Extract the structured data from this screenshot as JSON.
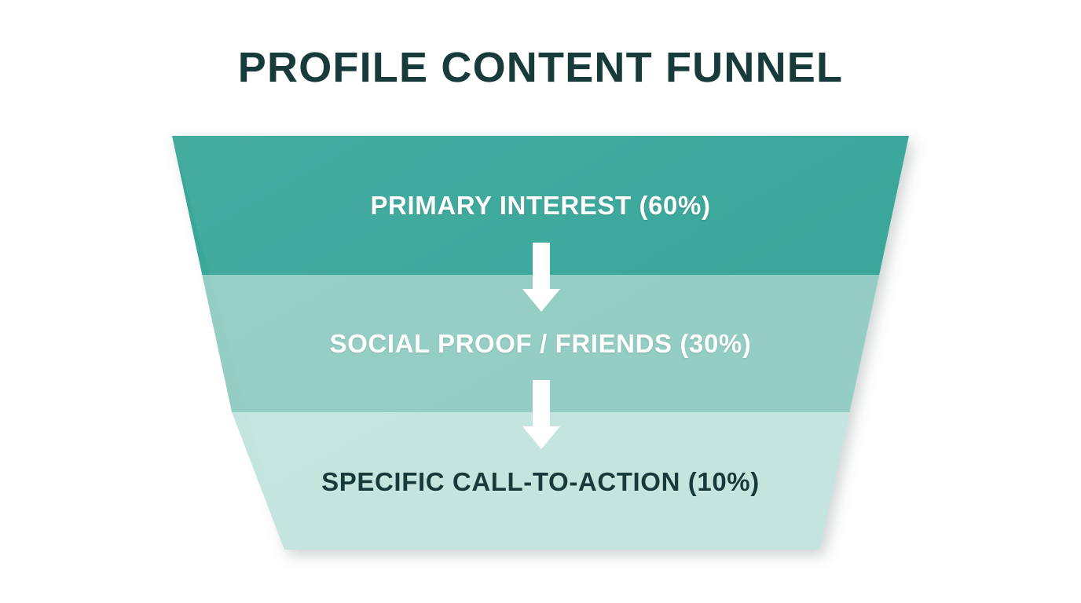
{
  "title": "PROFILE CONTENT FUNNEL",
  "colors": {
    "background": "#ffffff",
    "title_text": "#173b3a",
    "stage_1": "#3aa79a",
    "stage_2": "#93cdc4",
    "stage_3": "#c4e5de",
    "arrow": "#ffffff",
    "label_light": "#ffffff",
    "label_dark": "#173b3a"
  },
  "stages": [
    {
      "label": "PRIMARY INTEREST (60%)",
      "name": "Primary Interest",
      "percent": 60,
      "fill": "#3aa79a",
      "text_color": "#ffffff"
    },
    {
      "label": "SOCIAL PROOF / FRIENDS (30%)",
      "name": "Social Proof / Friends",
      "percent": 30,
      "fill": "#93cdc4",
      "text_color": "#ffffff"
    },
    {
      "label": "SPECIFIC CALL-TO-ACTION (10%)",
      "name": "Specific Call-To-Action",
      "percent": 10,
      "fill": "#c4e5de",
      "text_color": "#173b3a"
    }
  ],
  "arrows": [
    {
      "name": "arrow-stage-1-to-2",
      "direction": "down"
    },
    {
      "name": "arrow-stage-2-to-3",
      "direction": "down"
    }
  ],
  "chart_data": {
    "type": "funnel",
    "title": "PROFILE CONTENT FUNNEL",
    "categories": [
      "PRIMARY INTEREST (60%)",
      "SOCIAL PROOF / FRIENDS (30%)",
      "SPECIFIC CALL-TO-ACTION (10%)"
    ],
    "labels": [
      "PRIMARY INTEREST",
      "SOCIAL PROOF / FRIENDS",
      "SPECIFIC CALL-TO-ACTION"
    ],
    "values": [
      60,
      30,
      10
    ],
    "unit": "%",
    "colors": [
      "#3aa79a",
      "#93cdc4",
      "#c4e5de"
    ],
    "xlabel": "",
    "ylabel": "",
    "grid": false,
    "legend": "none",
    "orientation": "vertical",
    "flow_arrows": 2,
    "annotations": []
  }
}
